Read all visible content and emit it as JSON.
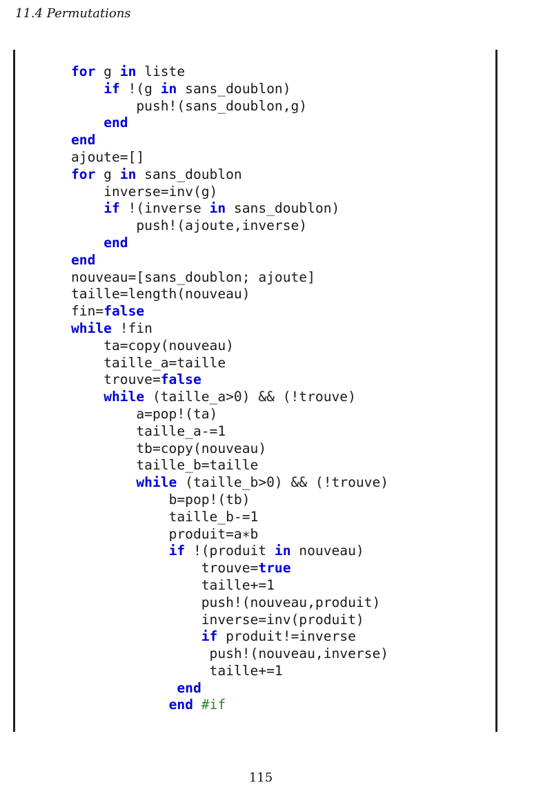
{
  "page": {
    "header": "11.4  Permutations",
    "page_number": "115"
  },
  "code": {
    "language": "julia",
    "colors": {
      "keyword": "#0000dd",
      "comment": "#228b22",
      "text": "#1a1a1a"
    },
    "lines": [
      {
        "indent": 0,
        "tokens": [
          {
            "t": "kw",
            "v": "for"
          },
          {
            "t": "tx",
            "v": " g "
          },
          {
            "t": "kw",
            "v": "in"
          },
          {
            "t": "tx",
            "v": " liste"
          }
        ]
      },
      {
        "indent": 4,
        "tokens": [
          {
            "t": "kw",
            "v": "if"
          },
          {
            "t": "tx",
            "v": " !(g "
          },
          {
            "t": "kw",
            "v": "in"
          },
          {
            "t": "tx",
            "v": " sans_doublon)"
          }
        ]
      },
      {
        "indent": 8,
        "tokens": [
          {
            "t": "tx",
            "v": "push!(sans_doublon,g)"
          }
        ]
      },
      {
        "indent": 4,
        "tokens": [
          {
            "t": "kw",
            "v": "end"
          }
        ]
      },
      {
        "indent": 0,
        "tokens": [
          {
            "t": "kw",
            "v": "end"
          }
        ]
      },
      {
        "indent": 0,
        "tokens": [
          {
            "t": "tx",
            "v": "ajoute=[]"
          }
        ]
      },
      {
        "indent": 0,
        "tokens": [
          {
            "t": "kw",
            "v": "for"
          },
          {
            "t": "tx",
            "v": " g "
          },
          {
            "t": "kw",
            "v": "in"
          },
          {
            "t": "tx",
            "v": " sans_doublon"
          }
        ]
      },
      {
        "indent": 4,
        "tokens": [
          {
            "t": "tx",
            "v": "inverse=inv(g)"
          }
        ]
      },
      {
        "indent": 4,
        "tokens": [
          {
            "t": "kw",
            "v": "if"
          },
          {
            "t": "tx",
            "v": " !(inverse "
          },
          {
            "t": "kw",
            "v": "in"
          },
          {
            "t": "tx",
            "v": " sans_doublon)"
          }
        ]
      },
      {
        "indent": 8,
        "tokens": [
          {
            "t": "tx",
            "v": "push!(ajoute,inverse)"
          }
        ]
      },
      {
        "indent": 4,
        "tokens": [
          {
            "t": "kw",
            "v": "end"
          }
        ]
      },
      {
        "indent": 0,
        "tokens": [
          {
            "t": "kw",
            "v": "end"
          }
        ]
      },
      {
        "indent": 0,
        "tokens": [
          {
            "t": "tx",
            "v": "nouveau=[sans_doublon; ajoute]"
          }
        ]
      },
      {
        "indent": 0,
        "tokens": [
          {
            "t": "tx",
            "v": "taille=length(nouveau)"
          }
        ]
      },
      {
        "indent": 0,
        "tokens": [
          {
            "t": "tx",
            "v": "fin="
          },
          {
            "t": "kw",
            "v": "false"
          }
        ]
      },
      {
        "indent": 0,
        "tokens": [
          {
            "t": "kw",
            "v": "while"
          },
          {
            "t": "tx",
            "v": " !fin"
          }
        ]
      },
      {
        "indent": 4,
        "tokens": [
          {
            "t": "tx",
            "v": "ta=copy(nouveau)"
          }
        ]
      },
      {
        "indent": 4,
        "tokens": [
          {
            "t": "tx",
            "v": "taille_a=taille"
          }
        ]
      },
      {
        "indent": 4,
        "tokens": [
          {
            "t": "tx",
            "v": "trouve="
          },
          {
            "t": "kw",
            "v": "false"
          }
        ]
      },
      {
        "indent": 4,
        "tokens": [
          {
            "t": "kw",
            "v": "while"
          },
          {
            "t": "tx",
            "v": " (taille_a>0) && (!trouve)"
          }
        ]
      },
      {
        "indent": 8,
        "tokens": [
          {
            "t": "tx",
            "v": "a=pop!(ta)"
          }
        ]
      },
      {
        "indent": 8,
        "tokens": [
          {
            "t": "tx",
            "v": "taille_a-=1"
          }
        ]
      },
      {
        "indent": 8,
        "tokens": [
          {
            "t": "tx",
            "v": "tb=copy(nouveau)"
          }
        ]
      },
      {
        "indent": 8,
        "tokens": [
          {
            "t": "tx",
            "v": "taille_b=taille"
          }
        ]
      },
      {
        "indent": 8,
        "tokens": [
          {
            "t": "kw",
            "v": "while"
          },
          {
            "t": "tx",
            "v": " (taille_b>0) && (!trouve)"
          }
        ]
      },
      {
        "indent": 12,
        "tokens": [
          {
            "t": "tx",
            "v": "b=pop!(tb)"
          }
        ]
      },
      {
        "indent": 12,
        "tokens": [
          {
            "t": "tx",
            "v": "taille_b-=1"
          }
        ]
      },
      {
        "indent": 12,
        "tokens": [
          {
            "t": "tx",
            "v": "produit=a∗b"
          }
        ]
      },
      {
        "indent": 12,
        "tokens": [
          {
            "t": "kw",
            "v": "if"
          },
          {
            "t": "tx",
            "v": " !(produit "
          },
          {
            "t": "kw",
            "v": "in"
          },
          {
            "t": "tx",
            "v": " nouveau)"
          }
        ]
      },
      {
        "indent": 16,
        "tokens": [
          {
            "t": "tx",
            "v": "trouve="
          },
          {
            "t": "kw",
            "v": "true"
          }
        ]
      },
      {
        "indent": 16,
        "tokens": [
          {
            "t": "tx",
            "v": "taille+=1"
          }
        ]
      },
      {
        "indent": 16,
        "tokens": [
          {
            "t": "tx",
            "v": "push!(nouveau,produit)"
          }
        ]
      },
      {
        "indent": 16,
        "tokens": [
          {
            "t": "tx",
            "v": "inverse=inv(produit)"
          }
        ]
      },
      {
        "indent": 16,
        "tokens": [
          {
            "t": "kw",
            "v": "if"
          },
          {
            "t": "tx",
            "v": " produit!=inverse"
          }
        ]
      },
      {
        "indent": 17,
        "tokens": [
          {
            "t": "tx",
            "v": "push!(nouveau,inverse)"
          }
        ]
      },
      {
        "indent": 17,
        "tokens": [
          {
            "t": "tx",
            "v": "taille+=1"
          }
        ]
      },
      {
        "indent": 13,
        "tokens": [
          {
            "t": "kw",
            "v": "end"
          }
        ]
      },
      {
        "indent": 12,
        "tokens": [
          {
            "t": "kw",
            "v": "end"
          },
          {
            "t": "tx",
            "v": " "
          },
          {
            "t": "cm",
            "v": "#if"
          }
        ]
      }
    ]
  }
}
